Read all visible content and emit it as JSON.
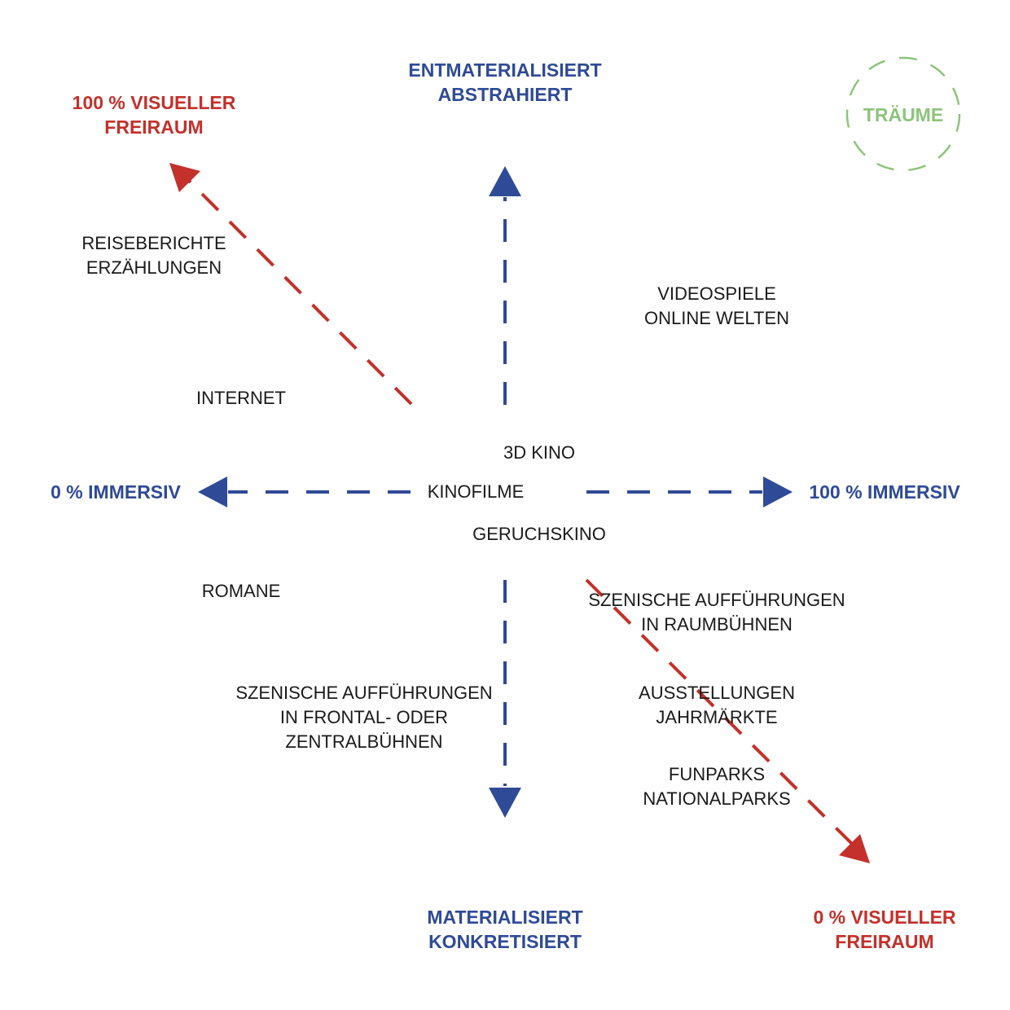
{
  "colors": {
    "blue": "#2f4a96",
    "red": "#c4302b",
    "green": "#8cc47a",
    "text": "#1a1a1a"
  },
  "axes": {
    "top": [
      "ENTMATERIALISIERT",
      "ABSTRAHIERT"
    ],
    "bottom": [
      "MATERIALISIERT",
      "KONKRETISIERT"
    ],
    "left": "0 % IMMERSIV",
    "right": "100 % IMMERSIV",
    "top_left": [
      "100 % VISUELLER",
      "FREIRAUM"
    ],
    "bottom_right": [
      "0 % VISUELLER",
      "FREIRAUM"
    ]
  },
  "dreams": "TRÄUME",
  "items": {
    "travel": [
      "REISEBERICHTE",
      "ERZÄHLUNGEN"
    ],
    "videogames": [
      "VIDEOSPIELE",
      "ONLINE WELTEN"
    ],
    "internet": "INTERNET",
    "kino3d": "3D KINO",
    "kinofilme": "KINOFILME",
    "geruchskino": "GERUCHSKINO",
    "romane": "ROMANE",
    "szenisch_raum": [
      "SZENISCHE AUFFÜHRUNGEN",
      "IN RAUMBÜHNEN"
    ],
    "szenisch_frontal": [
      "SZENISCHE AUFFÜHRUNGEN",
      "IN FRONTAL- ODER",
      "ZENTRALBÜHNEN"
    ],
    "ausstellungen": [
      "AUSSTELLUNGEN",
      "JAHRMÄRKTE"
    ],
    "funparks": [
      "FUNPARKS",
      "NATIONALPARKS"
    ]
  }
}
